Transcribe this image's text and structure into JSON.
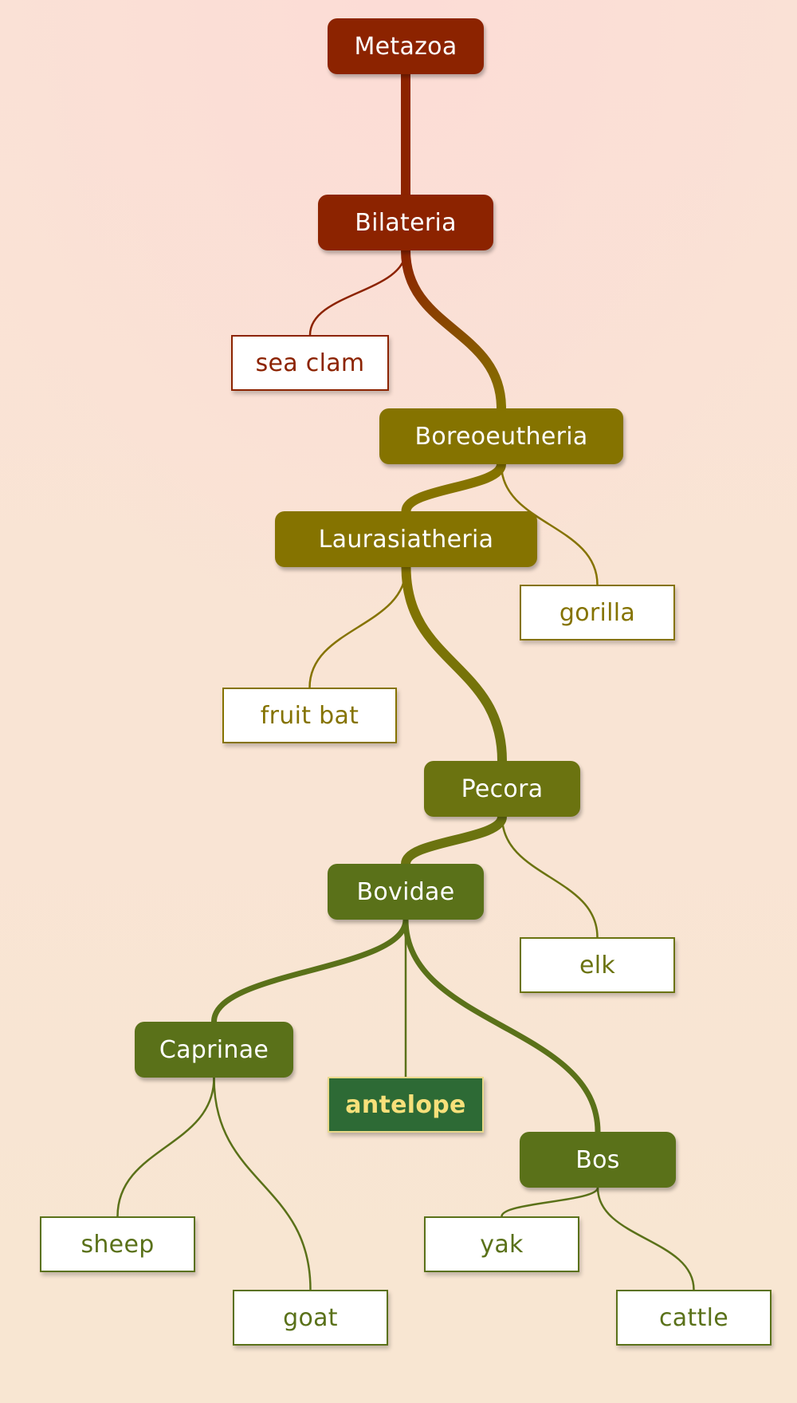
{
  "diagram": {
    "type": "taxonomy-tree",
    "colors": {
      "deep_red": "#8c2300",
      "olive": "#857300",
      "olive_green": "#6f7812",
      "green": "#5a7119",
      "leaf_bg": "#ffffff",
      "highlight_bg": "#2d6a35",
      "highlight_text": "#f7e07a"
    },
    "nodes": [
      {
        "id": "metazoa",
        "label": "Metazoa",
        "kind": "internal",
        "color": "#8c2300"
      },
      {
        "id": "bilateria",
        "label": "Bilateria",
        "kind": "internal",
        "color": "#8c2300"
      },
      {
        "id": "sea-clam",
        "label": "sea clam",
        "kind": "leaf",
        "color": "#8c2300"
      },
      {
        "id": "boreoeutheria",
        "label": "Boreoeutheria",
        "kind": "internal",
        "color": "#857300"
      },
      {
        "id": "laurasiatheria",
        "label": "Laurasiatheria",
        "kind": "internal",
        "color": "#857300"
      },
      {
        "id": "gorilla",
        "label": "gorilla",
        "kind": "leaf",
        "color": "#857300"
      },
      {
        "id": "fruit-bat",
        "label": "fruit bat",
        "kind": "leaf",
        "color": "#857300"
      },
      {
        "id": "pecora",
        "label": "Pecora",
        "kind": "internal",
        "color": "#6b7310"
      },
      {
        "id": "bovidae",
        "label": "Bovidae",
        "kind": "internal",
        "color": "#5a7119"
      },
      {
        "id": "elk",
        "label": "elk",
        "kind": "leaf",
        "color": "#6b7310"
      },
      {
        "id": "caprinae",
        "label": "Caprinae",
        "kind": "internal",
        "color": "#5a7119"
      },
      {
        "id": "antelope",
        "label": "antelope",
        "kind": "highlight",
        "color": "#2d6a35"
      },
      {
        "id": "bos",
        "label": "Bos",
        "kind": "internal",
        "color": "#5a7119"
      },
      {
        "id": "sheep",
        "label": "sheep",
        "kind": "leaf",
        "color": "#5a7119"
      },
      {
        "id": "goat",
        "label": "goat",
        "kind": "leaf",
        "color": "#5a7119"
      },
      {
        "id": "yak",
        "label": "yak",
        "kind": "leaf",
        "color": "#5a7119"
      },
      {
        "id": "cattle",
        "label": "cattle",
        "kind": "leaf",
        "color": "#5a7119"
      }
    ],
    "edges": [
      {
        "from": "metazoa",
        "to": "bilateria",
        "weight": "major",
        "color": "#8c2300"
      },
      {
        "from": "bilateria",
        "to": "sea-clam",
        "weight": "minor",
        "color": "#8c2300"
      },
      {
        "from": "bilateria",
        "to": "boreoeutheria",
        "weight": "major",
        "color": "#8c2300",
        "color_end": "#857300"
      },
      {
        "from": "boreoeutheria",
        "to": "laurasiatheria",
        "weight": "major",
        "color": "#857300"
      },
      {
        "from": "boreoeutheria",
        "to": "gorilla",
        "weight": "minor",
        "color": "#857300"
      },
      {
        "from": "laurasiatheria",
        "to": "fruit-bat",
        "weight": "minor",
        "color": "#857300"
      },
      {
        "from": "laurasiatheria",
        "to": "pecora",
        "weight": "major",
        "color": "#857300",
        "color_end": "#6b7310"
      },
      {
        "from": "pecora",
        "to": "bovidae",
        "weight": "major",
        "color": "#6b7310"
      },
      {
        "from": "pecora",
        "to": "elk",
        "weight": "minor",
        "color": "#6b7310"
      },
      {
        "from": "bovidae",
        "to": "caprinae",
        "weight": "medium",
        "color": "#5a7119"
      },
      {
        "from": "bovidae",
        "to": "antelope",
        "weight": "minor",
        "color": "#5a7119"
      },
      {
        "from": "bovidae",
        "to": "bos",
        "weight": "medium",
        "color": "#5a7119"
      },
      {
        "from": "caprinae",
        "to": "sheep",
        "weight": "minor",
        "color": "#5a7119"
      },
      {
        "from": "caprinae",
        "to": "goat",
        "weight": "minor",
        "color": "#5a7119"
      },
      {
        "from": "bos",
        "to": "yak",
        "weight": "minor",
        "color": "#5a7119"
      },
      {
        "from": "bos",
        "to": "cattle",
        "weight": "minor",
        "color": "#5a7119"
      }
    ]
  }
}
